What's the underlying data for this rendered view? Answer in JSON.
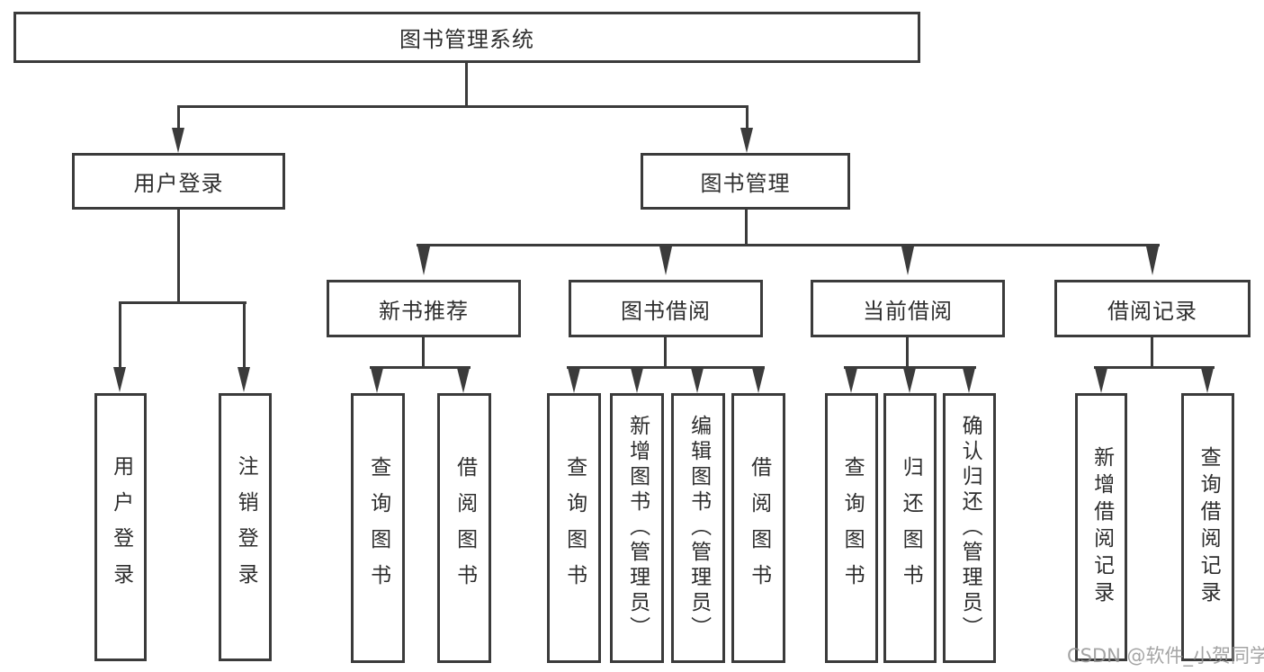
{
  "diagram": {
    "title": "图书管理系统",
    "line_color": "#3b3b3b",
    "background_color": "#ffffff",
    "watermark_color": "#949494"
  },
  "tree": {
    "label": "图书管理系统",
    "children": [
      {
        "label": "用户登录",
        "children": [
          {
            "label": "用户登录"
          },
          {
            "label": "注销登录"
          }
        ]
      },
      {
        "label": "图书管理",
        "children": [
          {
            "label": "新书推荐",
            "children": [
              {
                "label": "查询图书"
              },
              {
                "label": "借阅图书"
              }
            ]
          },
          {
            "label": "图书借阅",
            "children": [
              {
                "label": "查询图书"
              },
              {
                "label": "新增图书（管理员）"
              },
              {
                "label": "编辑图书（管理员）"
              },
              {
                "label": "借阅图书"
              }
            ]
          },
          {
            "label": "当前借阅",
            "children": [
              {
                "label": "查询图书"
              },
              {
                "label": "归还图书"
              },
              {
                "label": "确认归还（管理员）"
              }
            ]
          },
          {
            "label": "借阅记录",
            "children": [
              {
                "label": "新增借阅记录"
              },
              {
                "label": "查询借阅记录"
              }
            ]
          }
        ]
      }
    ]
  },
  "watermark": {
    "text": "CSDN @软件_小贺同学"
  }
}
